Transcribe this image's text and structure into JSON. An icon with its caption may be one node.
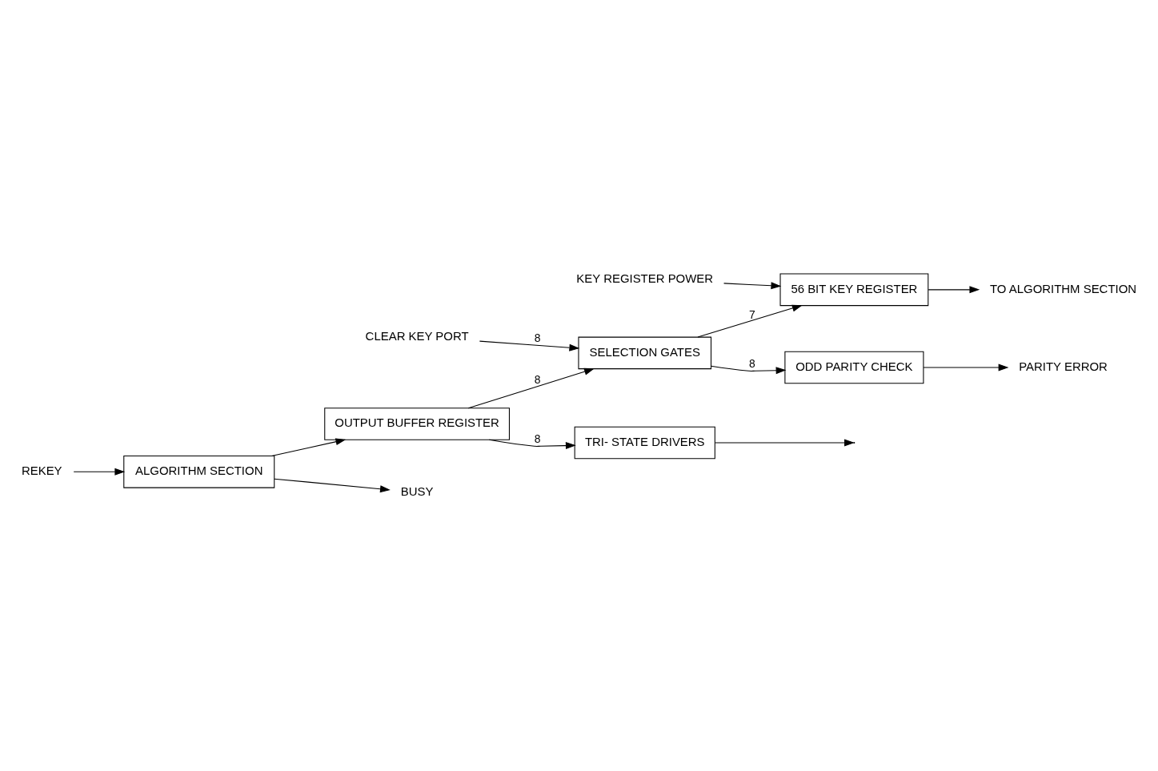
{
  "diagram": {
    "nodes": [
      {
        "text": [
          "ALGORITHM SECTION"
        ]
      },
      {
        "text": [
          "OUTPUT BUFFER REGISTER"
        ]
      },
      {
        "text": [
          "TRI- STATE DRIVERS"
        ]
      },
      {
        "text": [
          "ODD PARITY CHECK"
        ]
      },
      {
        "text": [
          "SELECTION GATES"
        ]
      },
      {
        "text": [
          "56 BIT KEY REGISTER"
        ]
      },
      {
        "text": [
          "REKEY"
        ]
      },
      {
        "text": [
          "BUSY"
        ]
      },
      {
        "text": [
          "CLEAR KEY PORT"
        ]
      },
      {
        "text": [
          "PARITY ERROR"
        ]
      },
      {
        "text": [
          "TO ALGORITHM SECTION"
        ]
      },
      {
        "text": [
          "KEY REGISTER POWER"
        ]
      }
    ],
    "edges": [
      {
        "from": 6,
        "to": 0,
        "arrow": "to"
      },
      {
        "from": 0,
        "to": 7,
        "arrow": "to"
      },
      {
        "from": 0,
        "to": 1,
        "arrow": "to"
      },
      {
        "from": 1,
        "to": 2,
        "arrow": "to",
        "label": "8"
      },
      {
        "from": 1,
        "to": 4,
        "arrow": "to",
        "label": "8"
      },
      {
        "from": 2,
        "to": null,
        "arrow": "to"
      },
      {
        "from": 3,
        "to": 9,
        "arrow": "to"
      },
      {
        "from": 8,
        "to": 4,
        "arrow": "to",
        "label": "8"
      },
      {
        "from": 4,
        "to": 3,
        "arrow": "to",
        "label": "8"
      },
      {
        "from": 4,
        "to": 5,
        "arrow": "to",
        "label": "7"
      },
      {
        "from": 5,
        "to": 10,
        "arrow": "to"
      },
      {
        "from": 11,
        "to": 5,
        "arrow": "to"
      }
    ]
  }
}
